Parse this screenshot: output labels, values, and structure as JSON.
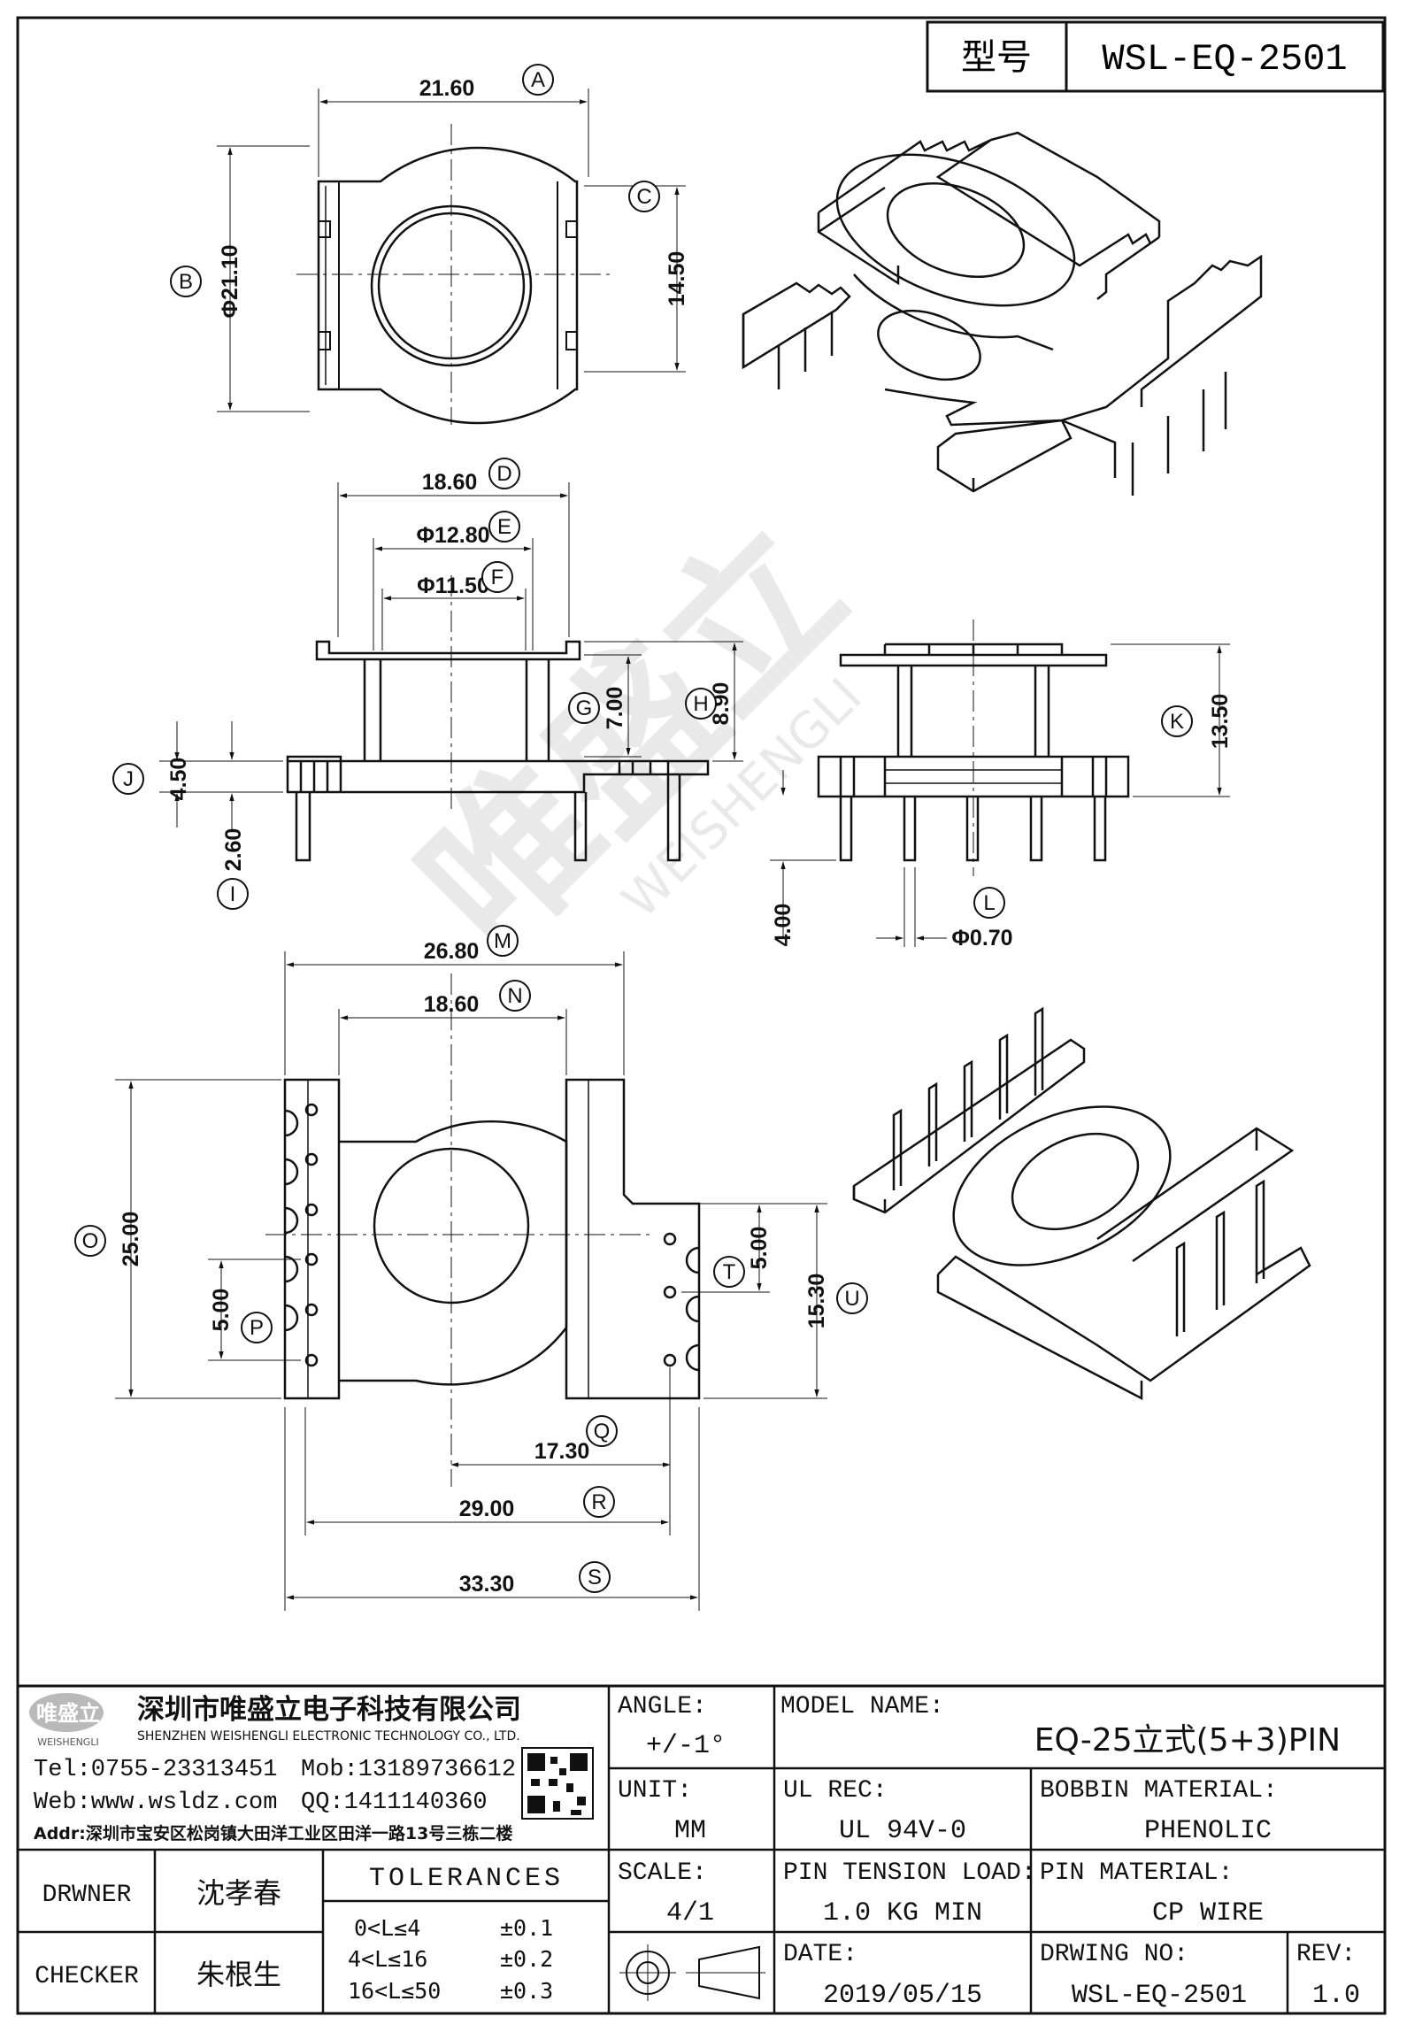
{
  "header": {
    "model_label": "型号",
    "model_value": "WSL-EQ-2501"
  },
  "watermark": {
    "cn": "唯盛立",
    "en": "WEISHENGLI"
  },
  "views": {
    "top": {
      "A": "21.60",
      "B": "Φ21.10",
      "C": "14.50"
    },
    "front": {
      "D": "18.60",
      "E": "Φ12.80",
      "F": "Φ11.50",
      "G": "7.00",
      "H": "8.90",
      "J": "4.50",
      "I": "2.60"
    },
    "side": {
      "K": "13.50",
      "L": "Φ0.70",
      "pin": "4.00"
    },
    "bottom": {
      "M": "26.80",
      "N": "18.60",
      "O": "25.00",
      "P": "5.00",
      "T": "5.00",
      "U": "15.30",
      "Q": "17.30",
      "R": "29.00",
      "S": "33.30"
    }
  },
  "letters": [
    "A",
    "B",
    "C",
    "D",
    "E",
    "F",
    "G",
    "H",
    "I",
    "J",
    "K",
    "L",
    "M",
    "N",
    "O",
    "P",
    "Q",
    "R",
    "S",
    "T",
    "U"
  ],
  "company": {
    "logo_cn": "唯盛立",
    "logo_en": "WEISHENGLI",
    "name_cn": "深圳市唯盛立电子科技有限公司",
    "name_en": "SHENZHEN WEISHENGLI ELECTRONIC TECHNOLOGY CO., LTD.",
    "tel": "Tel:0755-23313451",
    "mob": "Mob:13189736612",
    "web": "Web:www.wsldz.com",
    "qq": "QQ:1411140360",
    "addr": "Addr:深圳市宝安区松岗镇大田洋工业区田洋一路13号三栋二楼"
  },
  "titleblock": {
    "angle_label": "ANGLE:",
    "angle_value": "+/-1°",
    "model_name_label": "MODEL NAME:",
    "model_name_value": "EQ-25立式(5+3)PIN",
    "unit_label": "UNIT:",
    "unit_value": "MM",
    "ul_label": "UL REC:",
    "ul_value": "UL 94V-0",
    "bobbin_label": "BOBBIN MATERIAL:",
    "bobbin_value": "PHENOLIC",
    "scale_label": "SCALE:",
    "scale_value": "4/1",
    "tension_label": "PIN TENSION LOAD:",
    "tension_value": "1.0 KG MIN",
    "pinmat_label": "PIN MATERIAL:",
    "pinmat_value": "CP WIRE",
    "date_label": "DATE:",
    "date_value": "2019/05/15",
    "dwg_label": "DRWING NO:",
    "dwg_value": "WSL-EQ-2501",
    "rev_label": "REV:",
    "rev_value": "1.0",
    "drawer_label": "DRWNER",
    "drawer_value": "沈孝春",
    "checker_label": "CHECKER",
    "checker_value": "朱根生",
    "tol_title": "TOLERANCES",
    "tol": [
      {
        "range": "0<L≤4",
        "value": "±0.1"
      },
      {
        "range": "4<L≤16",
        "value": "±0.2"
      },
      {
        "range": "16<L≤50",
        "value": "±0.3"
      }
    ]
  }
}
